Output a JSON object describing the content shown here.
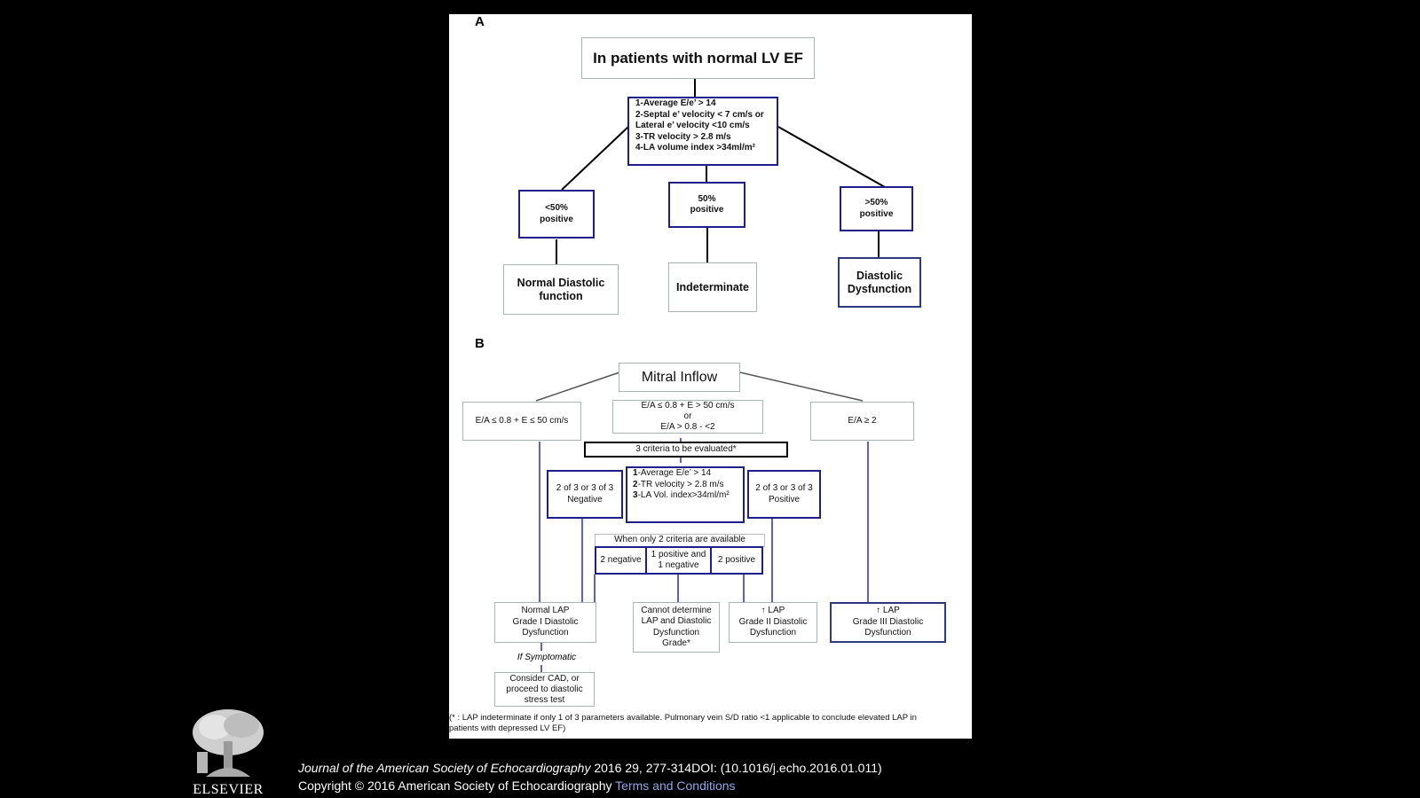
{
  "partA": {
    "label": "A",
    "root": "In patients with normal LV EF",
    "criteria": [
      "1-Average E/e’ > 14",
      "2-Septal e’ velocity < 7 cm/s or",
      "Lateral e’ velocity <10 cm/s",
      "3-TR velocity > 2.8 m/s",
      "4-LA volume index >34ml/m²"
    ],
    "branches": [
      {
        "pct": "<50%",
        "word": "positive",
        "outcome1": "Normal Diastolic",
        "outcome2": "function"
      },
      {
        "pct": "50%",
        "word": "positive",
        "outcome1": "Indeterminate",
        "outcome2": ""
      },
      {
        "pct": ">50%",
        "word": "positive",
        "outcome1": "Diastolic",
        "outcome2": "Dysfunction"
      }
    ]
  },
  "partB": {
    "label": "B",
    "root": "Mitral Inflow",
    "left_condition": "E/A ≤ 0.8 + E ≤ 50 cm/s",
    "mid_condition": [
      "E/A ≤ 0.8 + E > 50 cm/s",
      "or",
      "E/A > 0.8 - <2"
    ],
    "right_condition": "E/A ≥ 2",
    "evaluate": "3 criteria to be evaluated*",
    "neg_box": [
      "2 of 3 or 3 of 3",
      "Negative"
    ],
    "pos_box": [
      "2 of 3 or 3 of 3",
      "Positive"
    ],
    "criteria3": [
      {
        "num": "1",
        "text": "-Average E/e’ > 14"
      },
      {
        "num": "2",
        "text": "-TR velocity > 2.8 m/s"
      },
      {
        "num": "3",
        "text": "-LA Vol. index>34ml/m²"
      }
    ],
    "two_criteria_header": "When only 2 criteria are available",
    "two_neg": "2 negative",
    "one_each": [
      "1 positive and",
      "1 negative"
    ],
    "two_pos": "2 positive",
    "out_grade1": [
      "Normal  LAP",
      "Grade I Diastolic",
      "Dysfunction"
    ],
    "out_cannot": [
      "Cannot determine",
      "LAP and Diastolic",
      "Dysfunction",
      "Grade*"
    ],
    "out_grade2": [
      "↑ LAP",
      "Grade II Diastolic",
      "Dysfunction"
    ],
    "out_grade3": [
      "↑ LAP",
      "Grade III Diastolic",
      "Dysfunction"
    ],
    "if_symptomatic": "If Symptomatic",
    "consider": [
      "Consider CAD, or",
      "proceed to diastolic",
      "stress  test"
    ]
  },
  "footnote": [
    "(* : LAP indeterminate if only 1 of 3 parameters available. Pulmonary vein S/D ratio <1 applicable to conclude elevated LAP in",
    "patients with depressed LV EF)"
  ],
  "citation": {
    "journal": "Journal of the American Society of Echocardiography",
    "ref": " 2016 29, 277-314DOI: (10.1016/j.echo.2016.01.011)",
    "copyright": "Copyright © 2016 American Society of Echocardiography ",
    "terms": "Terms and Conditions"
  },
  "logo_text": "ELSEVIER"
}
